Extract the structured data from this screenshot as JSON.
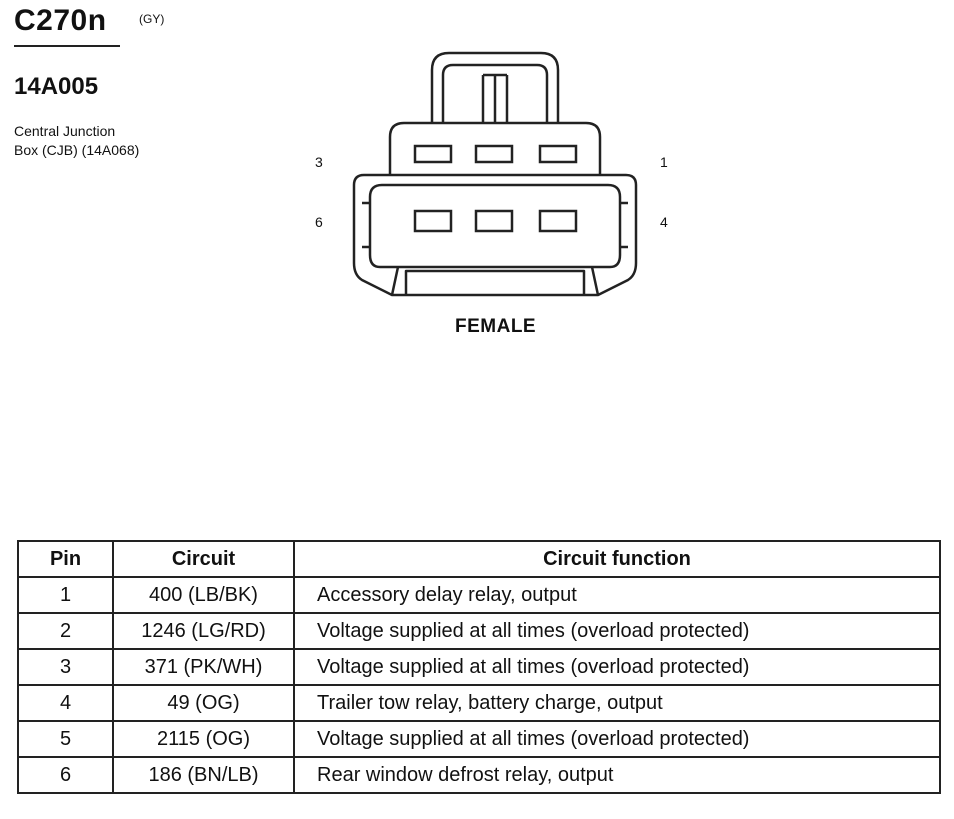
{
  "header": {
    "connector_id": "C270n",
    "connector_color": "(GY)",
    "part_number": "14A005",
    "location_line1": "Central Junction",
    "location_line2": "Box (CJB) (14A068)"
  },
  "diagram": {
    "pin_labels": {
      "top_left": "3",
      "top_right": "1",
      "bottom_left": "6",
      "bottom_right": "4"
    },
    "gender": "FEMALE"
  },
  "table": {
    "headers": [
      "Pin",
      "Circuit",
      "Circuit function"
    ],
    "rows": [
      {
        "pin": "1",
        "circuit": "400 (LB/BK)",
        "function": "Accessory delay relay, output"
      },
      {
        "pin": "2",
        "circuit": "1246 (LG/RD)",
        "function": "Voltage supplied at all times (overload protected)"
      },
      {
        "pin": "3",
        "circuit": "371 (PK/WH)",
        "function": "Voltage supplied at all times (overload protected)"
      },
      {
        "pin": "4",
        "circuit": "49 (OG)",
        "function": "Trailer tow relay, battery charge, output"
      },
      {
        "pin": "5",
        "circuit": "2115 (OG)",
        "function": "Voltage supplied at all times (overload protected)"
      },
      {
        "pin": "6",
        "circuit": "186 (BN/LB)",
        "function": "Rear window defrost relay, output"
      }
    ]
  }
}
